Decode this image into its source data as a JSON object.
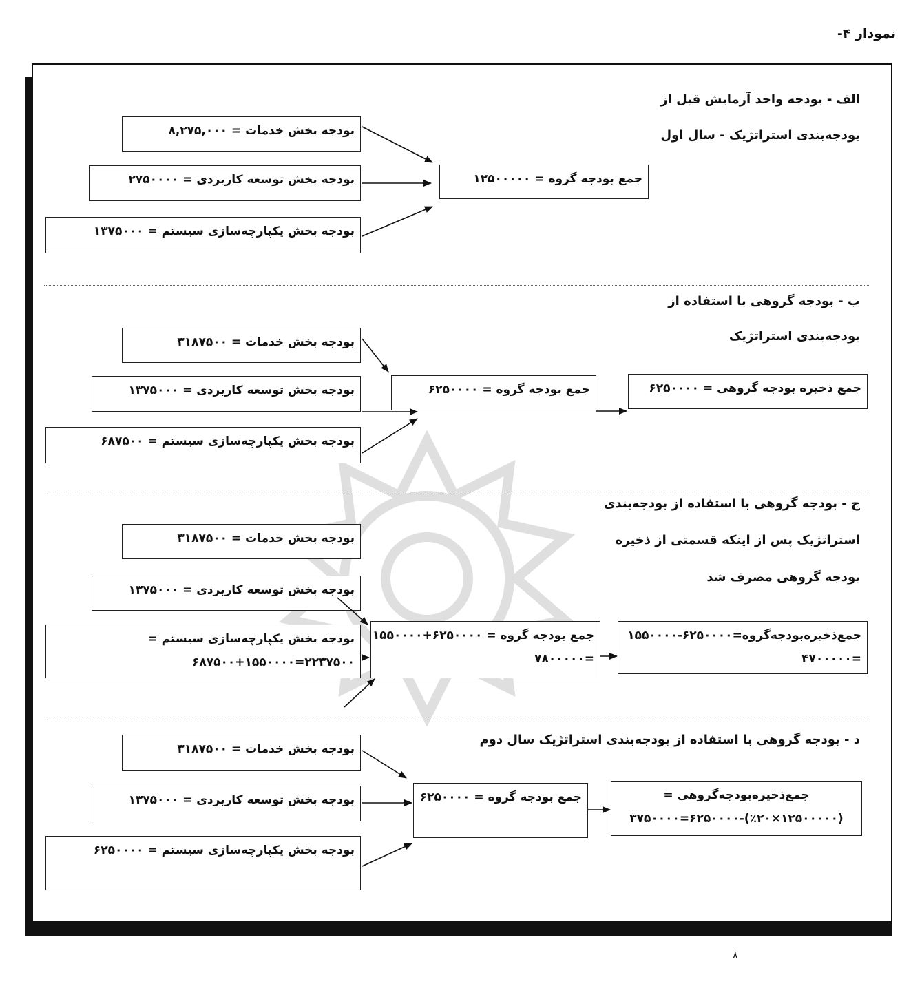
{
  "page_title": "نمودار ۴-",
  "sections": [
    {
      "heading_line1": "الف - بودجه واحد آزمایش قبل از",
      "heading_line2": "بودجه‌بندی استراتژیک - سال اول",
      "inputs": [
        "بودجه بخش خدمات = ۸,۲۷۵,۰۰۰",
        "بودجه بخش توسعه کاربردی = ۲۷۵۰۰۰۰",
        "بودجه بخش یکپارچه‌سازی سیستم = ۱۳۷۵۰۰۰"
      ],
      "total": "جمع بودجه گروه = ۱۲۵۰۰۰۰۰"
    },
    {
      "heading_line1": "ب - بودجه گروهی با استفاده از",
      "heading_line2": "بودجه‌بندی استراتژیک",
      "inputs": [
        "بودجه بخش خدمات = ۳۱۸۷۵۰۰",
        "بودجه بخش توسعه کاربردی = ۱۳۷۵۰۰۰",
        "بودجه بخش یکپارچه‌سازی سیستم = ۶۸۷۵۰۰"
      ],
      "total": "جمع بودجه گروه = ۶۲۵۰۰۰۰",
      "reserve": "جمع ذخیره بودجه گروهی = ۶۲۵۰۰۰۰"
    },
    {
      "heading_line1": "ج - بودجه گروهی با استفاده از بودجه‌بندی",
      "heading_line2": "استراتژیک پس از اینکه قسمتی از ذخیره",
      "heading_line3": "بودجه گروهی مصرف شد",
      "inputs": [
        "بودجه بخش خدمات = ۳۱۸۷۵۰۰",
        "بودجه بخش توسعه کاربردی = ۱۳۷۵۰۰۰"
      ],
      "input3_line1": "بودجه بخش یکپارچه‌سازی سیستم =",
      "input3_line2": "۲۲۳۷۵۰۰=۶۸۷۵۰۰+۱۵۵۰۰۰۰",
      "total_line1": "جمع بودجه گروه = ۶۲۵۰۰۰۰+۱۵۵۰۰۰۰",
      "total_line2": "=۷۸۰۰۰۰۰",
      "reserve_line1": "جمع‌ذخیره‌بودجه‌گروه=۶۲۵۰۰۰۰-۱۵۵۰۰۰۰",
      "reserve_line2": "=۴۷۰۰۰۰۰"
    },
    {
      "heading_line1": "د - بودجه گروهی با استفاده از بودجه‌بندی استراتژیک سال دوم",
      "inputs": [
        "بودجه بخش خدمات = ۳۱۸۷۵۰۰",
        "بودجه بخش توسعه کاربردی = ۱۳۷۵۰۰۰",
        "بودجه بخش یکپارچه‌سازی سیستم = ۶۲۵۰۰۰۰"
      ],
      "total": "جمع بودجه گروه = ۶۲۵۰۰۰۰",
      "reserve_line1": "جمع‌ذخیره‌بودجه‌گروهی =",
      "reserve_line2": "(۱۲۵۰۰۰۰۰×٪۲۰)-۶۲۵۰۰۰۰=۳۷۵۰۰۰۰"
    }
  ],
  "page_number": "۸"
}
